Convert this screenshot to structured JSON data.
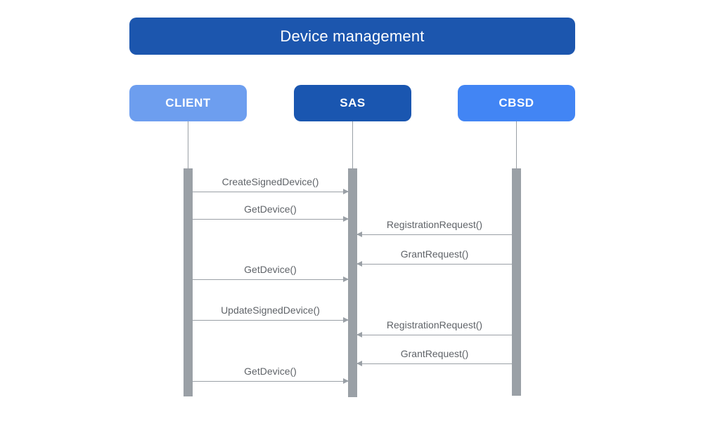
{
  "diagram": {
    "title": "Device management",
    "actors": [
      {
        "label": "CLIENT",
        "color": "#6D9EEF"
      },
      {
        "label": "SAS",
        "color": "#1A56B0"
      },
      {
        "label": "CBSD",
        "color": "#4285F4"
      }
    ],
    "messages": [
      {
        "label": "CreateSignedDevice()",
        "from": "CLIENT",
        "to": "SAS"
      },
      {
        "label": "GetDevice()",
        "from": "CLIENT",
        "to": "SAS"
      },
      {
        "label": "RegistrationRequest()",
        "from": "CBSD",
        "to": "SAS"
      },
      {
        "label": "GrantRequest()",
        "from": "CBSD",
        "to": "SAS"
      },
      {
        "label": "GetDevice()",
        "from": "CLIENT",
        "to": "SAS"
      },
      {
        "label": "UpdateSignedDevice()",
        "from": "CLIENT",
        "to": "SAS"
      },
      {
        "label": "RegistrationRequest()",
        "from": "CBSD",
        "to": "SAS"
      },
      {
        "label": "GrantRequest()",
        "from": "CBSD",
        "to": "SAS"
      },
      {
        "label": "GetDevice()",
        "from": "CLIENT",
        "to": "SAS"
      }
    ],
    "colors": {
      "title_bg": "#1C56AE",
      "title_text": "#FFFFFF",
      "line": "#9AA0A6",
      "message_text": "#5F6368",
      "background": "#FFFFFF"
    }
  }
}
